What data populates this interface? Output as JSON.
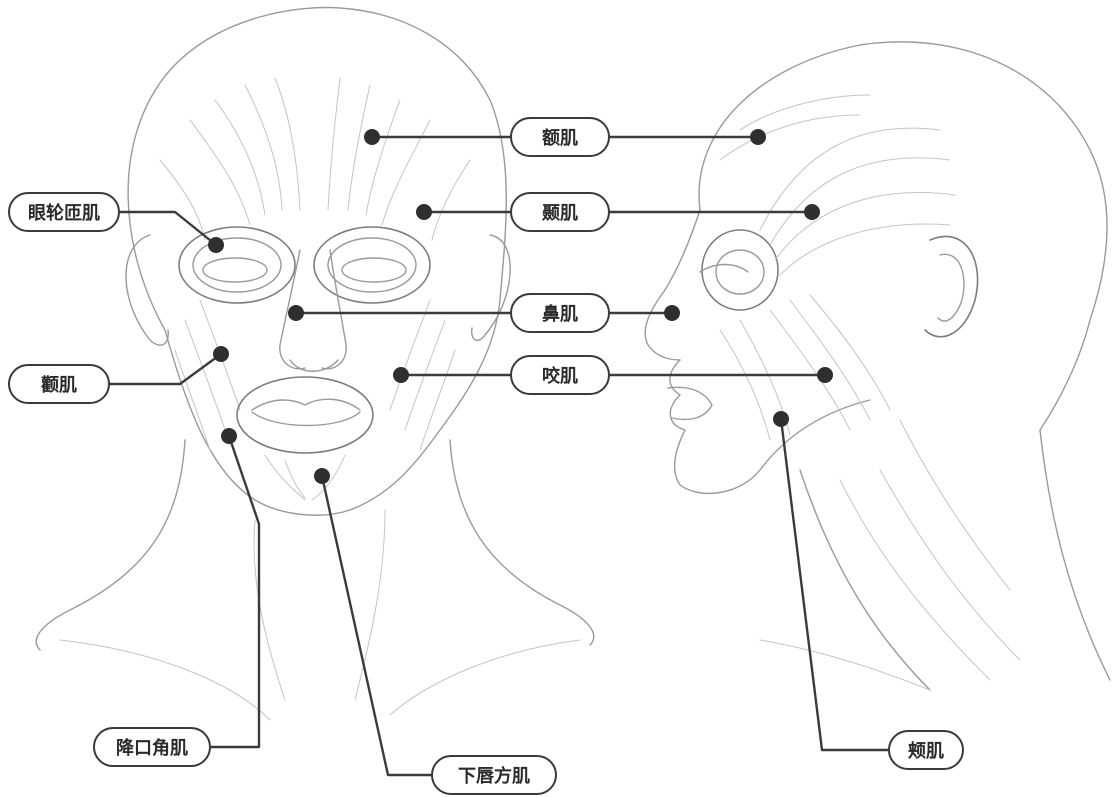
{
  "labels": {
    "frontalis": "额肌",
    "temporalis": "颞肌",
    "orbicularis_oculi": "眼轮匝肌",
    "nasalis": "鼻肌",
    "zygomaticus": "颧肌",
    "masseter": "咬肌",
    "depressor_anguli_oris": "降口角肌",
    "depressor_labii_inferioris": "下唇方肌",
    "buccinator": "颊肌"
  },
  "colors": {
    "leader": "#3b3b3b",
    "sketch": "#9a9a9a",
    "label_border": "#3a3a3a"
  }
}
